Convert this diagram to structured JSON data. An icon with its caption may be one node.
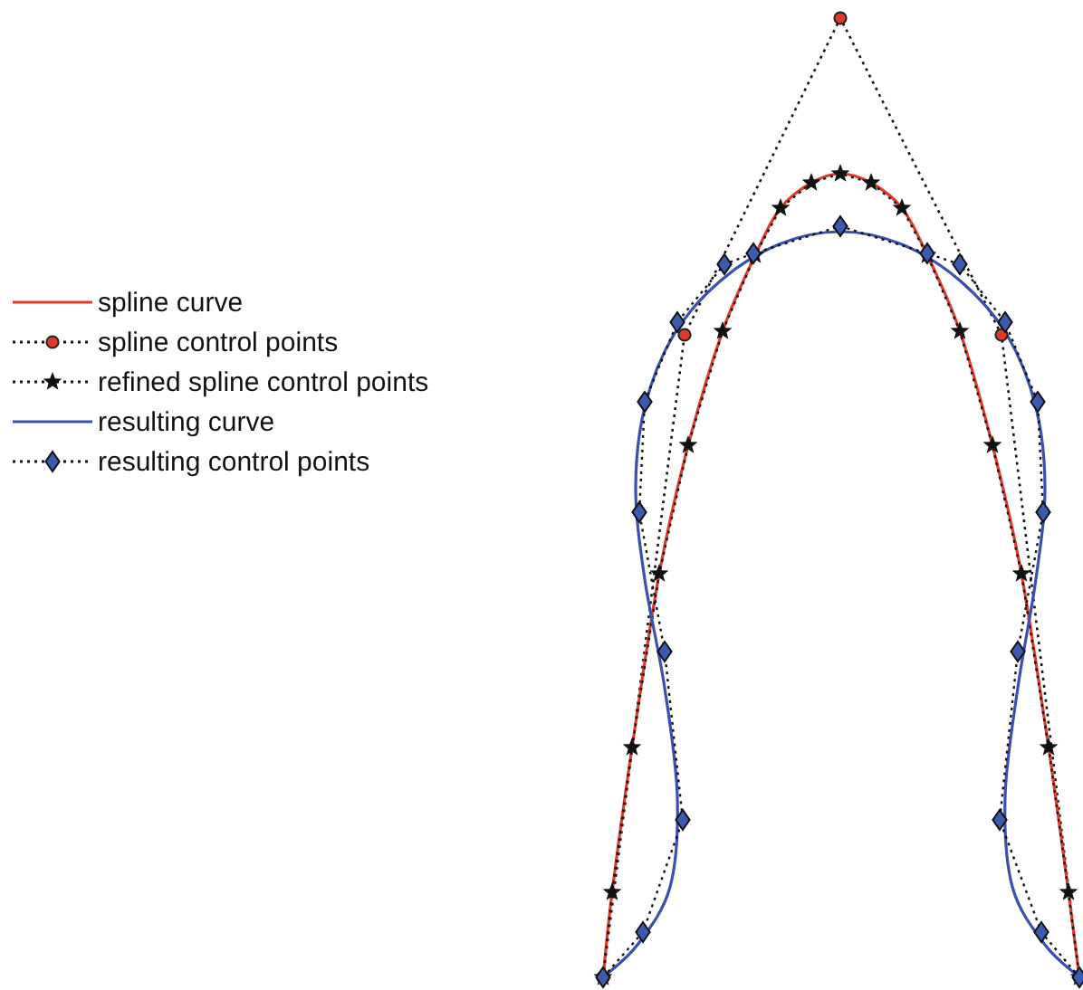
{
  "diagram": {
    "legend": [
      {
        "text": "spline curve"
      },
      {
        "text": "spline control points"
      },
      {
        "text": "refined spline control points"
      },
      {
        "text": "resulting curve"
      },
      {
        "text": "resulting control points"
      }
    ]
  }
}
